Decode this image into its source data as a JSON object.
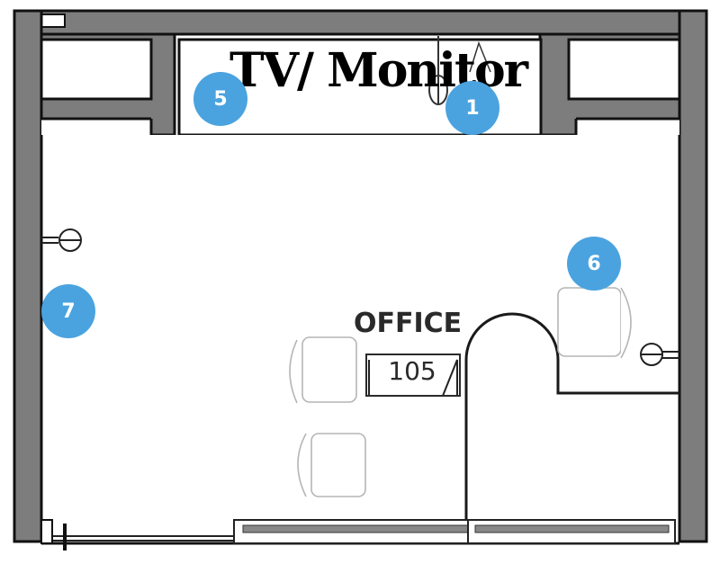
{
  "plan": {
    "tv_label": "TV/ Monitor",
    "room_name": "OFFICE",
    "room_number": "105"
  },
  "markers": [
    {
      "id": "1",
      "label": "1"
    },
    {
      "id": "5",
      "label": "5"
    },
    {
      "id": "6",
      "label": "6"
    },
    {
      "id": "7",
      "label": "7"
    }
  ],
  "colors": {
    "marker": "#4aa3df",
    "wall_fill": "#7d7d7d",
    "line": "#1a1a1a"
  }
}
